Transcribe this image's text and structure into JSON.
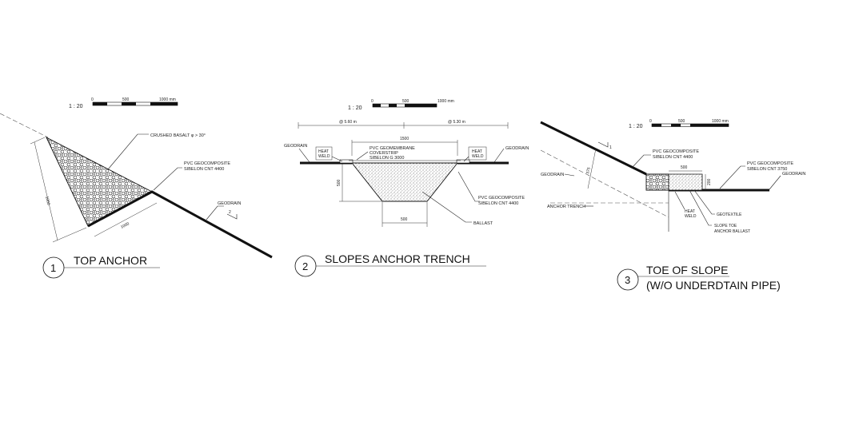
{
  "details": {
    "top_anchor": {
      "number": "1",
      "title": "TOP ANCHOR",
      "scale": {
        "ratio": "1 : 20",
        "tick_0": "0",
        "tick_mid": "500",
        "tick_end": "1000 mm"
      },
      "labels": {
        "crushed_basalt": "CRUSHED BASALT φ > 30°",
        "pvc_geocomposite_1": "PVC GEOCOMPOSITE",
        "pvc_geocomposite_2": "SIBELON CNT 4400",
        "geodrain": "GEODRAIN",
        "slope_ratio": "2",
        "dim_side": "1000",
        "dim_base": "1000"
      }
    },
    "slopes_anchor_trench": {
      "number": "2",
      "title": "SLOPES ANCHOR TRENCH",
      "scale": {
        "ratio": "1 : 20",
        "tick_0": "0",
        "tick_mid": "500",
        "tick_end": "1000 mm"
      },
      "labels": {
        "spacing_left": "@ 5.60 m",
        "spacing_right": "@ 5.30 m",
        "dim_top": "1500",
        "geodrain_left": "GEODRAIN",
        "geodrain_right": "GEODRAIN",
        "heat_weld_left_1": "HEAT",
        "heat_weld_left_2": "WELD",
        "heat_weld_right_1": "HEAT",
        "heat_weld_right_2": "WELD",
        "coverstrip_1": "PVC GEOMEMBRANE",
        "coverstrip_2": "COVERSTRIP",
        "coverstrip_3": "SIBELON G 3000",
        "dim_depth": "500",
        "pvc_geocomposite_1": "PVC GEOCOMPOSITE",
        "pvc_geocomposite_2": "SIBELON CNT 4400",
        "dim_bottom": "500",
        "ballast": "BALLAST"
      }
    },
    "toe_of_slope": {
      "number": "3",
      "title_line1": "TOE OF SLOPE",
      "title_line2": "(W/O UNDERDTAIN PIPE)",
      "scale": {
        "ratio": "1 : 20",
        "tick_0": "0",
        "tick_mid": "500",
        "tick_end": "1000 mm"
      },
      "labels": {
        "slope_ratio": "1",
        "pvc_geocomposite_a1": "PVC GEOCOMPOSITE",
        "pvc_geocomposite_a2": "SIBELON CNT 4400",
        "pvc_geocomposite_b1": "PVC GEOCOMPOSITE",
        "pvc_geocomposite_b2": "SIBELON CNT 3750",
        "geodrain_left": "GEODRAIN",
        "geodrain_right": "GEODRAIN",
        "anchor_trench": "ANCHOR TRENCH",
        "dim_slope": "375",
        "dim_top": "500",
        "dim_depth": "200",
        "heat_weld_1": "HEAT",
        "heat_weld_2": "WELD",
        "geotextile": "GEOTEXTILE",
        "slope_toe_1": "SLOPE TOE",
        "slope_toe_2": "ANCHOR BALLAST"
      }
    }
  }
}
